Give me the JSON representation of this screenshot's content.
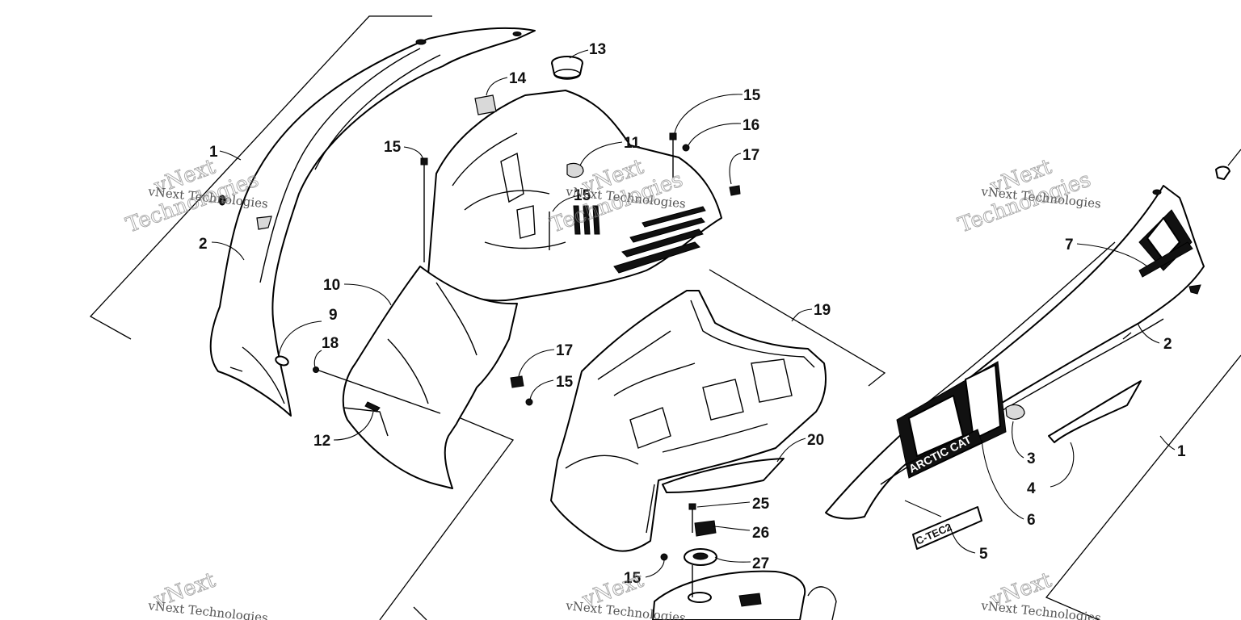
{
  "callouts": [
    {
      "id": "c1a",
      "label": "1"
    },
    {
      "id": "c2a",
      "label": "2"
    },
    {
      "id": "c9",
      "label": "9"
    },
    {
      "id": "c10",
      "label": "10"
    },
    {
      "id": "c18",
      "label": "18"
    },
    {
      "id": "c12",
      "label": "12"
    },
    {
      "id": "c15a",
      "label": "15"
    },
    {
      "id": "c14",
      "label": "14"
    },
    {
      "id": "c13",
      "label": "13"
    },
    {
      "id": "c11",
      "label": "11"
    },
    {
      "id": "c15b",
      "label": "15"
    },
    {
      "id": "c15c",
      "label": "15"
    },
    {
      "id": "c16",
      "label": "16"
    },
    {
      "id": "c17a",
      "label": "17"
    },
    {
      "id": "c17b",
      "label": "17"
    },
    {
      "id": "c15d",
      "label": "15"
    },
    {
      "id": "c19",
      "label": "19"
    },
    {
      "id": "c20",
      "label": "20"
    },
    {
      "id": "c25",
      "label": "25"
    },
    {
      "id": "c26",
      "label": "26"
    },
    {
      "id": "c27",
      "label": "27"
    },
    {
      "id": "c15e",
      "label": "15"
    },
    {
      "id": "c7",
      "label": "7"
    },
    {
      "id": "c2b",
      "label": "2"
    },
    {
      "id": "c1b",
      "label": "1"
    },
    {
      "id": "c3",
      "label": "3"
    },
    {
      "id": "c4",
      "label": "4"
    },
    {
      "id": "c6",
      "label": "6"
    },
    {
      "id": "c5",
      "label": "5"
    }
  ],
  "decals": {
    "brand": "ARCTIC CAT",
    "engine": "C-TEC2"
  },
  "watermark": {
    "small": "vNext Technologies",
    "big_line1": "vNext",
    "big_line2": "Technologies"
  }
}
